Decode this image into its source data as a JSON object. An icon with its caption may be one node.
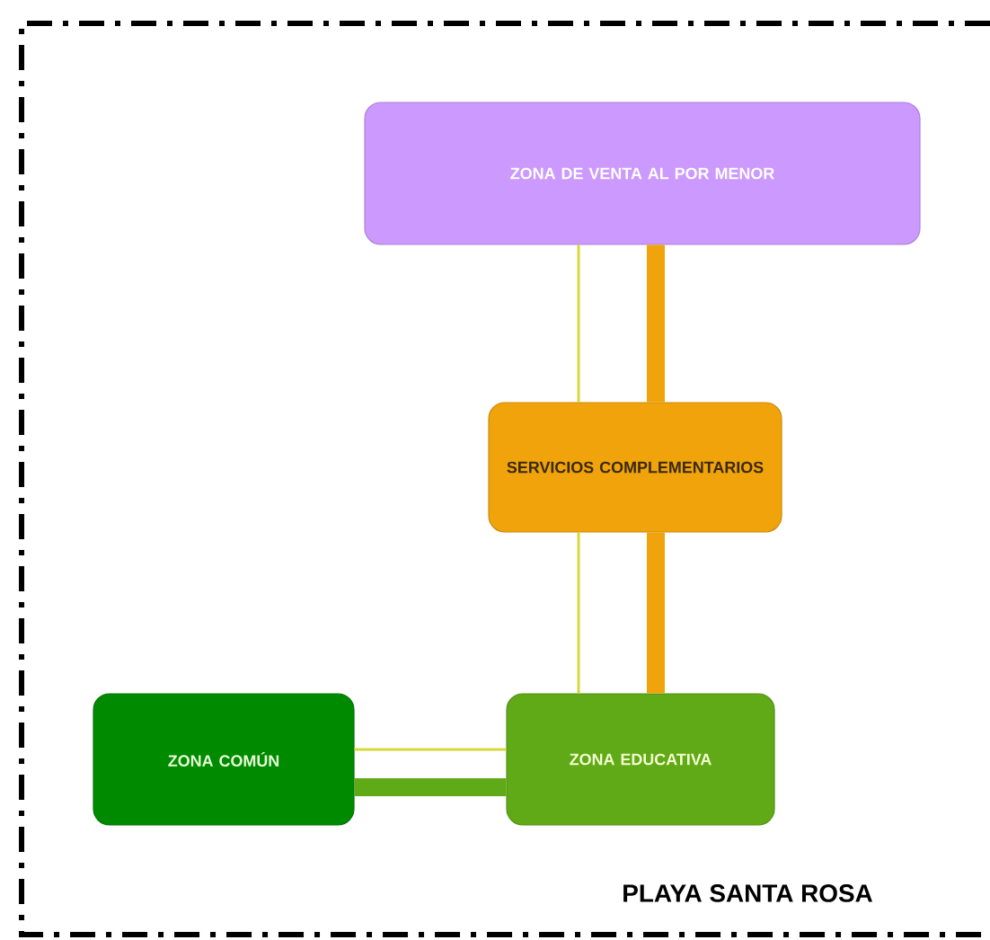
{
  "diagram": {
    "nodes": [
      {
        "text": [
          "ZONA DE VENTA AL POR MENOR"
        ]
      },
      {
        "text": [
          "SERVICIOS COMPLEMENTARIOS"
        ]
      },
      {
        "text": [
          "ZONA COMÚN"
        ]
      },
      {
        "text": [
          "ZONA EDUCATIVA"
        ]
      }
    ],
    "edges": [
      {
        "from": 0,
        "to": 1,
        "arrow": "none",
        "color": "#d6d93a"
      },
      {
        "from": 0,
        "to": 1,
        "arrow": "none",
        "style": "thick",
        "color": "#f0a30a"
      },
      {
        "from": 1,
        "to": 3,
        "arrow": "none",
        "color": "#d6d93a"
      },
      {
        "from": 1,
        "to": 3,
        "arrow": "none",
        "style": "thick",
        "color": "#f0a30a"
      },
      {
        "from": 2,
        "to": 3,
        "arrow": "none",
        "color": "#d6d93a"
      },
      {
        "from": 2,
        "to": 3,
        "arrow": "none",
        "style": "thick",
        "color": "#60a917"
      }
    ],
    "labels": [
      "PLAYA SANTA ROSA"
    ]
  }
}
